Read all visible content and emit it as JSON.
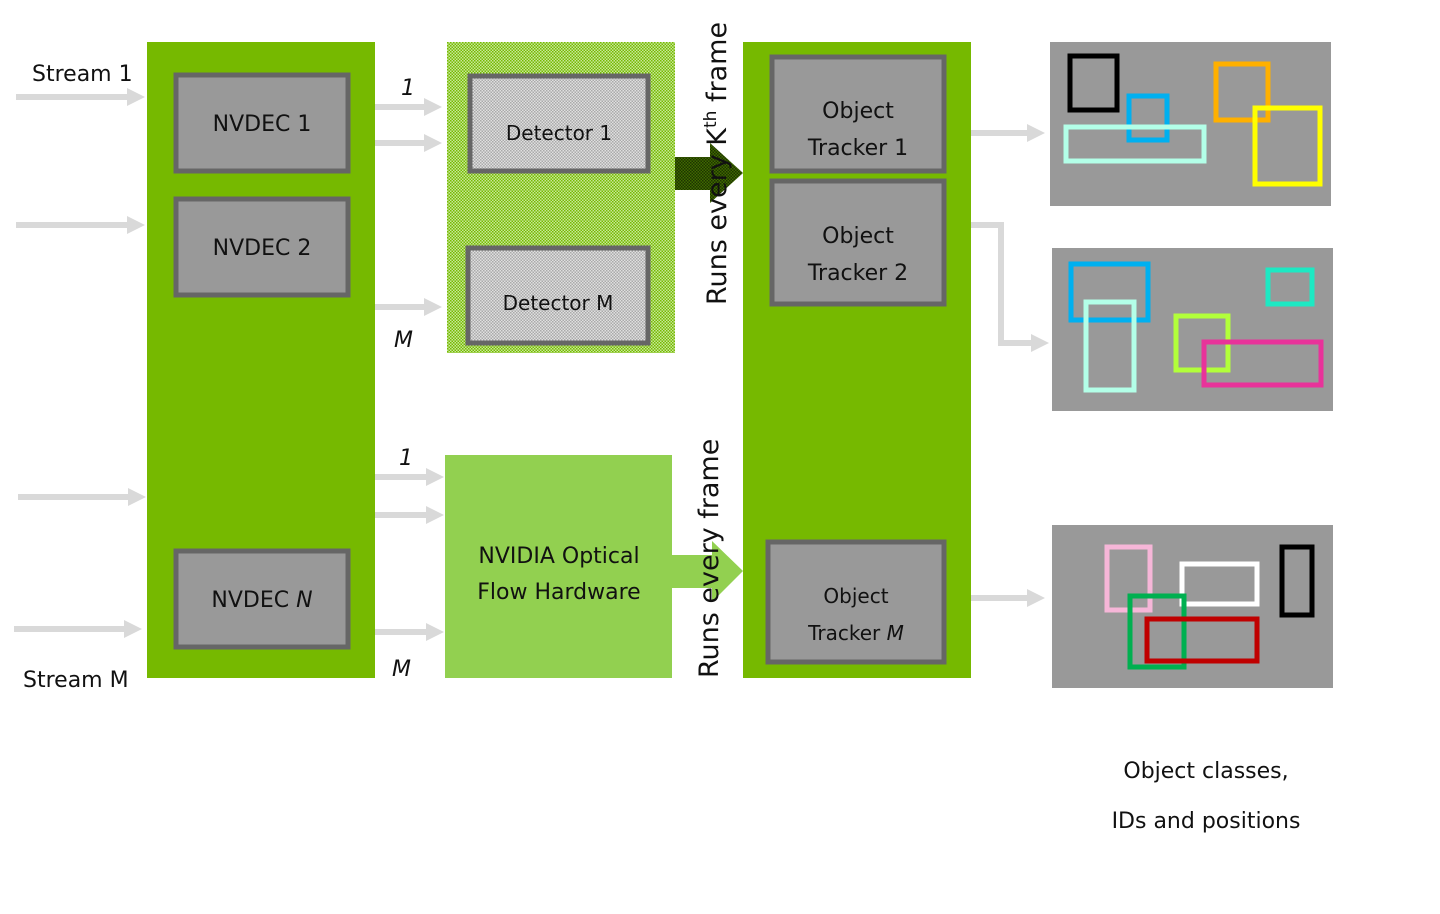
{
  "colors": {
    "decoder_block": "#76b900",
    "tracker_block": "#76b900",
    "optical_flow": "#92d050",
    "detector_pattern_light": "#c7e89a",
    "detector_pattern_dark": "#76b900",
    "module_box": "#999999",
    "module_border": "#666666",
    "arrow": "#d9d9d9",
    "output_panel": "#999999"
  },
  "inputs": {
    "stream_first": "Stream 1",
    "stream_last": "Stream M"
  },
  "decoders": [
    {
      "label": "NVDEC 1"
    },
    {
      "label": "NVDEC 2"
    },
    {
      "label_prefix": "NVDEC ",
      "label_italic": "N"
    }
  ],
  "detector_branch": {
    "index_first": "1",
    "index_last": "M",
    "detectors": [
      "Detector 1",
      "Detector M"
    ],
    "cadence_prefix": "Runs every K",
    "cadence_sup": "th",
    "cadence_suffix": " frame"
  },
  "flow_branch": {
    "index_first": "1",
    "index_last": "M",
    "label_line1": "NVIDIA Optical",
    "label_line2": "Flow Hardware",
    "cadence": "Runs every frame"
  },
  "trackers": [
    {
      "line1": "Object",
      "line2": "Tracker 1"
    },
    {
      "line1": "Object",
      "line2": "Tracker 2"
    },
    {
      "line1": "Object",
      "line2_prefix": "Tracker ",
      "line2_italic": "M"
    }
  ],
  "outputs": {
    "caption_line1": "Object classes,",
    "caption_line2": "IDs and positions",
    "frames": [
      {
        "boxes": [
          {
            "color": "#000000"
          },
          {
            "color": "#ffb000"
          },
          {
            "color": "#00b0f0"
          },
          {
            "color": "#b3ffe8"
          },
          {
            "color": "#ffff00"
          }
        ]
      },
      {
        "boxes": [
          {
            "color": "#00b0f0"
          },
          {
            "color": "#b3ffe8"
          },
          {
            "color": "#1de9c3"
          },
          {
            "color": "#b2ff3a"
          },
          {
            "color": "#e8339a"
          }
        ]
      },
      {
        "boxes": [
          {
            "color": "#f6b6d8"
          },
          {
            "color": "#ffffff"
          },
          {
            "color": "#000000"
          },
          {
            "color": "#00b050"
          },
          {
            "color": "#c00000"
          }
        ]
      }
    ]
  }
}
